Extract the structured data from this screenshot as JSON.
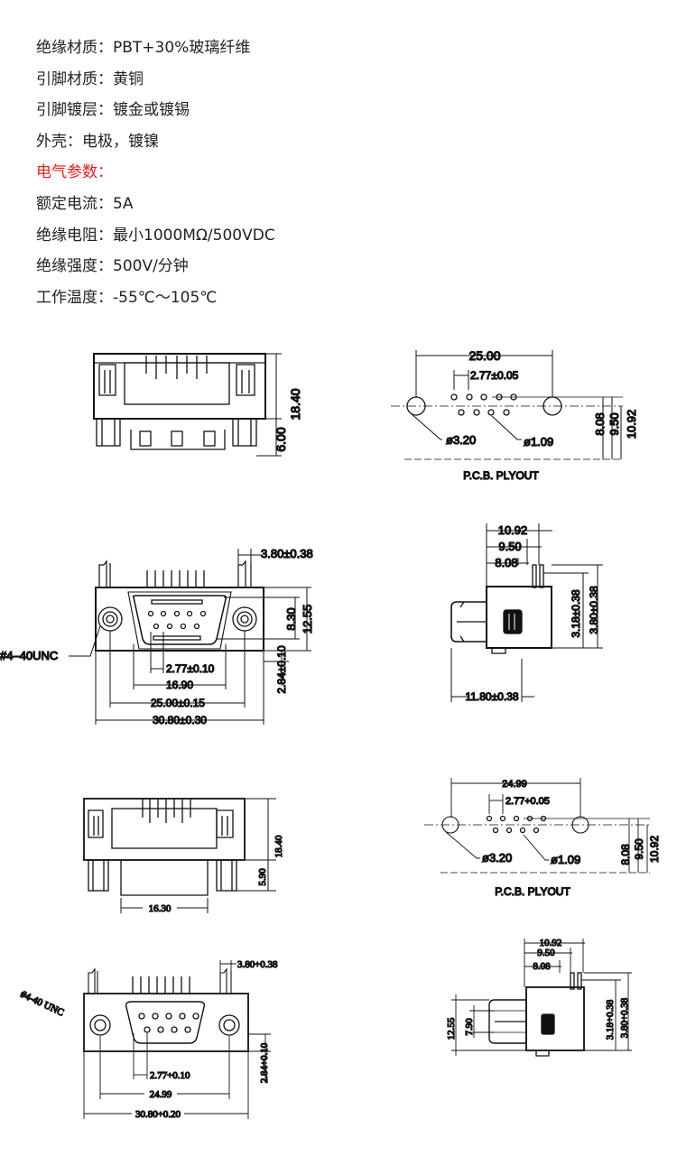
{
  "specs": [
    {
      "text": "绝缘材质：PBT+30%玻璃纤维",
      "highlight": false
    },
    {
      "text": "引脚材质：黄铜",
      "highlight": false
    },
    {
      "text": "引脚镀层：镀金或镀锡",
      "highlight": false
    },
    {
      "text": "外壳：电极，镀镍",
      "highlight": false
    },
    {
      "text": "电气参数：",
      "highlight": true
    },
    {
      "text": "额定电流：5A",
      "highlight": false
    },
    {
      "text": "绝缘电阻：最小1000MΩ/500VDC",
      "highlight": false
    },
    {
      "text": "绝缘强度：500V/分钟",
      "highlight": false
    },
    {
      "text": "工作温度：-55℃～105℃",
      "highlight": false
    }
  ],
  "colors": {
    "highlight": "#e4201c",
    "text": "#222222",
    "line": "#111111"
  },
  "d1": {
    "h1": "18.40",
    "h2": "6.00"
  },
  "d2": {
    "w": "25.00",
    "pitch": "2.77±0.05",
    "hole_big": "ø3.20",
    "hole_small": "ø1.09",
    "v1": "8.08",
    "v2": "9.50",
    "v3": "10.92",
    "caption": "P.C.B.  PLYOUT"
  },
  "d3": {
    "top": "3.80±0.38",
    "thread": "#4–40UNC",
    "v1": "8.30",
    "v2": "12.55",
    "v3": "2.84±0.10",
    "pitch": "2.77±0.10",
    "w1": "16.90",
    "w2": "25.00±0.15",
    "w3": "30.80±0.30"
  },
  "d4": {
    "w1": "10.92",
    "w2": "9.50",
    "w3": "8.08",
    "v1": "3.18±0.38",
    "v2": "3.80±0.38",
    "bottom": "11.80±0.38"
  },
  "d5": {
    "h1": "18.40",
    "h2": "5.90",
    "w": "16.30"
  },
  "d6": {
    "w": "24.99",
    "pitch": "2.77÷0.05",
    "hole_big": "ø3.20",
    "hole_small": "ø1.09",
    "v1": "8.08",
    "v2": "9.50",
    "v3": "10.92",
    "caption": "P.C.B.  PLYOUT"
  },
  "d7": {
    "top": "3.80÷0.38",
    "thread": "#4-40 UNC",
    "v1": "2.84÷0.10",
    "pitch": "2.77÷0.10",
    "w1": "24.99",
    "w2": "30.80÷0.20"
  },
  "d8": {
    "w1": "10.92",
    "w2": "9.50",
    "w3": "8.08",
    "h1": "12.55",
    "h2": "7.90",
    "v1": "3.18÷0.38",
    "v2": "3.80÷0.38"
  }
}
